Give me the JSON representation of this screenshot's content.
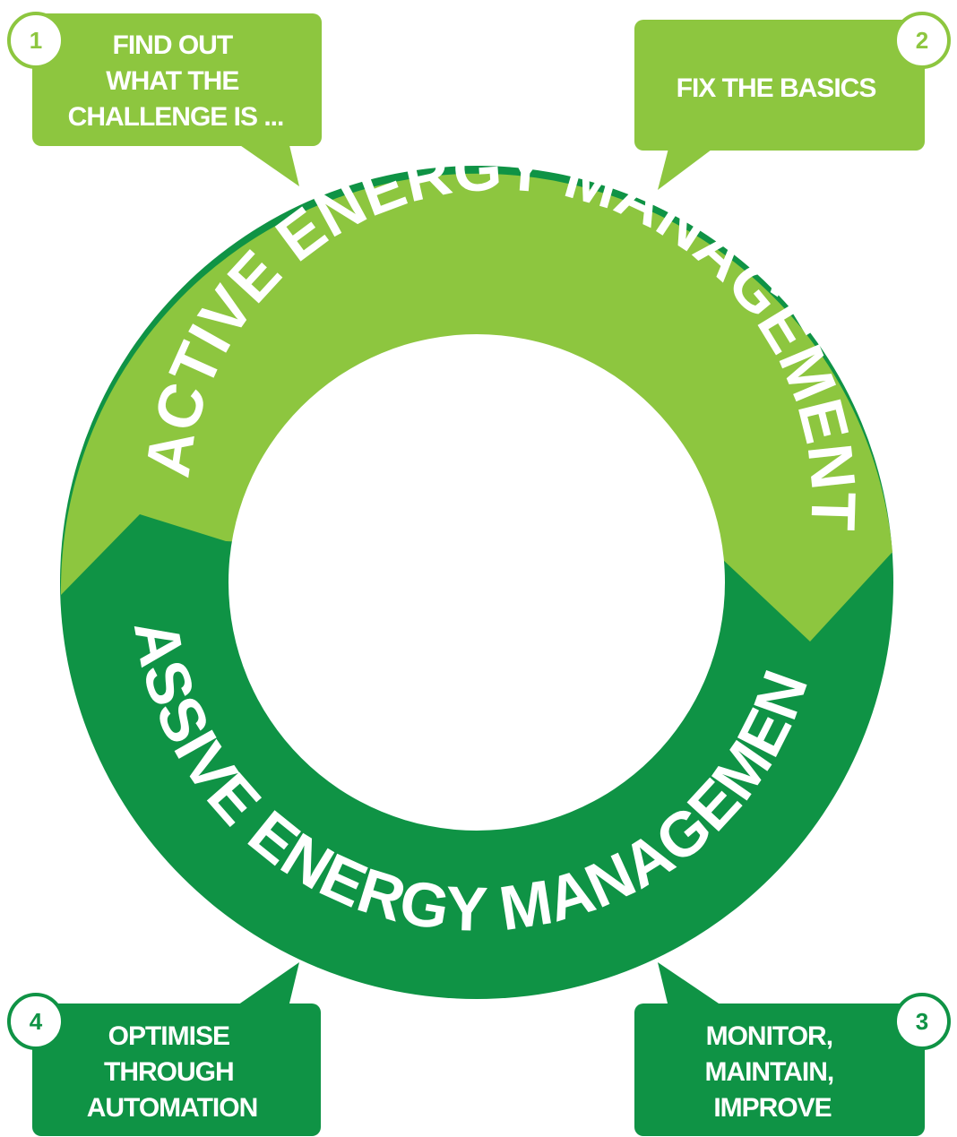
{
  "ring": {
    "active_label": "ACTIVE ENERGY MANAGEMENT",
    "passive_label": "PASSIVE ENERGY MANAGEMENT"
  },
  "steps": [
    {
      "number": "1",
      "lines": [
        "FIND OUT",
        "WHAT THE",
        "CHALLENGE IS ..."
      ]
    },
    {
      "number": "2",
      "lines": [
        "FIX THE BASICS"
      ]
    },
    {
      "number": "3",
      "lines": [
        "MONITOR,",
        "MAINTAIN,",
        "IMPROVE"
      ]
    },
    {
      "number": "4",
      "lines": [
        "OPTIMISE",
        "THROUGH",
        "AUTOMATION"
      ]
    }
  ],
  "colors": {
    "light_green": "#8dc63f",
    "dark_green": "#0f9345",
    "white": "#ffffff"
  }
}
